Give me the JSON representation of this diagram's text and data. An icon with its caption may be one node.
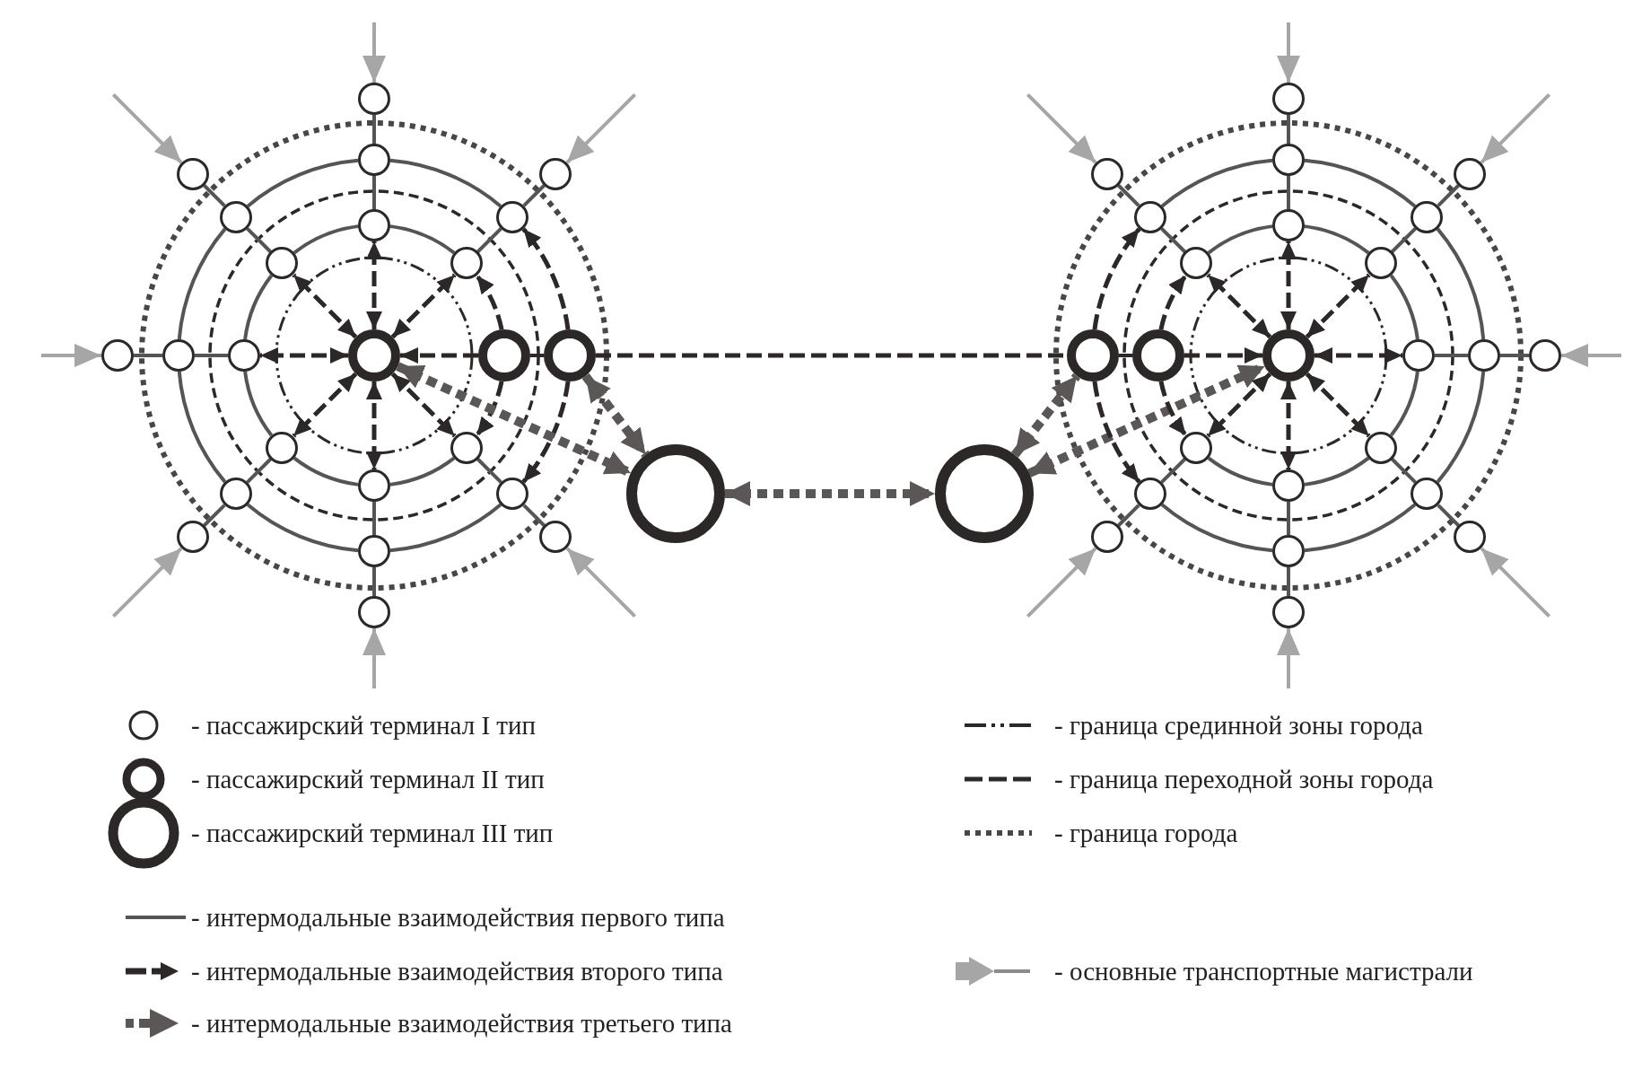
{
  "diagram": {
    "nodes": [
      {
        "text": [],
        "shape": "circle"
      },
      {
        "text": [],
        "shape": "circle"
      },
      {
        "text": [],
        "shape": "circle"
      },
      {
        "text": [],
        "shape": "circle"
      },
      {
        "text": [],
        "shape": "circle"
      },
      {
        "text": [],
        "shape": "circle"
      },
      {
        "text": [],
        "shape": "circle"
      },
      {
        "text": [],
        "shape": "circle"
      },
      {
        "text": [],
        "shape": "circle"
      },
      {
        "text": [],
        "shape": "circle"
      },
      {
        "text": [],
        "shape": "circle"
      },
      {
        "text": [],
        "shape": "circle"
      },
      {
        "text": [],
        "shape": "circle"
      },
      {
        "text": [],
        "shape": "circle"
      },
      {
        "text": [],
        "shape": "circle"
      },
      {
        "text": [],
        "shape": "circle"
      },
      {
        "text": [],
        "shape": "circle"
      },
      {
        "text": [],
        "shape": "circle"
      },
      {
        "text": [],
        "shape": "circle"
      },
      {
        "text": [],
        "shape": "circle"
      },
      {
        "text": [],
        "shape": "circle"
      },
      {
        "text": [],
        "shape": "circle"
      },
      {
        "text": [],
        "shape": "circle"
      },
      {
        "text": [],
        "shape": "circle"
      },
      {
        "text": [],
        "shape": "circle"
      },
      {
        "text": [],
        "shape": "circle"
      },
      {
        "text": [],
        "shape": "circle"
      },
      {
        "text": [],
        "shape": "circle"
      },
      {
        "text": [],
        "shape": "circle"
      },
      {
        "text": [],
        "shape": "circle"
      },
      {
        "text": [],
        "shape": "circle"
      },
      {
        "text": [],
        "shape": "circle"
      },
      {
        "text": [],
        "shape": "circle"
      },
      {
        "text": [],
        "shape": "circle"
      },
      {
        "text": [],
        "shape": "circle"
      },
      {
        "text": [],
        "shape": "circle"
      },
      {
        "text": [],
        "shape": "circle"
      },
      {
        "text": [],
        "shape": "circle"
      },
      {
        "text": [],
        "shape": "circle"
      },
      {
        "text": [],
        "shape": "circle"
      },
      {
        "text": [],
        "shape": "circle"
      },
      {
        "text": [],
        "shape": "circle"
      },
      {
        "text": [],
        "shape": "circle"
      },
      {
        "text": [],
        "shape": "circle"
      },
      {
        "text": [],
        "shape": "circle"
      },
      {
        "text": [],
        "shape": "circle"
      },
      {
        "text": [],
        "shape": "circle"
      },
      {
        "text": [],
        "shape": "circle"
      },
      {
        "text": [],
        "shape": "circle"
      },
      {
        "text": [],
        "shape": "circle"
      }
    ],
    "edges": [
      {
        "from": 0,
        "to": 1,
        "arrow": "both",
        "style": "dashed",
        "color": "#2b2827"
      },
      {
        "from": 0,
        "to": 4,
        "arrow": "both",
        "style": "dashed",
        "color": "#2b2827"
      },
      {
        "from": 0,
        "to": 9,
        "arrow": "both",
        "style": "dashed",
        "color": "#2b2827"
      },
      {
        "from": 0,
        "to": 12,
        "arrow": "both",
        "style": "dashed",
        "color": "#2b2827"
      },
      {
        "from": 0,
        "to": 15,
        "arrow": "both",
        "style": "dashed",
        "color": "#2b2827"
      },
      {
        "from": 0,
        "to": 18,
        "arrow": "both",
        "style": "dashed",
        "color": "#2b2827"
      },
      {
        "from": 0,
        "to": 21,
        "arrow": "both",
        "style": "dashed",
        "color": "#2b2827"
      },
      {
        "from": 7,
        "to": 0,
        "arrow": "to",
        "style": "dashed",
        "color": "#2b2827"
      },
      {
        "from": 1,
        "to": 2,
        "arrow": "none"
      },
      {
        "from": 4,
        "to": 5,
        "arrow": "none"
      },
      {
        "from": 9,
        "to": 10,
        "arrow": "none"
      },
      {
        "from": 12,
        "to": 13,
        "arrow": "none"
      },
      {
        "from": 15,
        "to": 16,
        "arrow": "none"
      },
      {
        "from": 18,
        "to": 19,
        "arrow": "none"
      },
      {
        "from": 21,
        "to": 22,
        "arrow": "none"
      },
      {
        "from": 7,
        "to": 8,
        "arrow": "none",
        "color": "#2b2827"
      },
      {
        "from": 2,
        "to": 3,
        "arrow": "none"
      },
      {
        "from": 5,
        "to": 6,
        "arrow": "none"
      },
      {
        "from": 10,
        "to": 11,
        "arrow": "none"
      },
      {
        "from": 13,
        "to": 14,
        "arrow": "none"
      },
      {
        "from": 16,
        "to": 17,
        "arrow": "none"
      },
      {
        "from": 19,
        "to": 20,
        "arrow": "none"
      },
      {
        "from": 22,
        "to": 23,
        "arrow": "none"
      },
      {
        "from": null,
        "to": 3,
        "arrow": "to",
        "color": "#a6a6a6"
      },
      {
        "from": null,
        "to": 6,
        "arrow": "to",
        "color": "#a6a6a6"
      },
      {
        "from": null,
        "to": 11,
        "arrow": "to",
        "color": "#a6a6a6"
      },
      {
        "from": null,
        "to": 14,
        "arrow": "to",
        "color": "#a6a6a6"
      },
      {
        "from": null,
        "to": 17,
        "arrow": "to",
        "color": "#a6a6a6"
      },
      {
        "from": null,
        "to": 20,
        "arrow": "to",
        "color": "#a6a6a6"
      },
      {
        "from": null,
        "to": 23,
        "arrow": "to",
        "color": "#a6a6a6"
      },
      {
        "from": 1,
        "to": 4,
        "arrow": "none"
      },
      {
        "from": 9,
        "to": 12,
        "arrow": "none"
      },
      {
        "from": 12,
        "to": 15,
        "arrow": "none"
      },
      {
        "from": 15,
        "to": 18,
        "arrow": "none"
      },
      {
        "from": 18,
        "to": 21,
        "arrow": "none"
      },
      {
        "from": 21,
        "to": 1,
        "arrow": "none"
      },
      {
        "from": 7,
        "to": 4,
        "arrow": "to",
        "style": "dashed",
        "color": "#2b2827"
      },
      {
        "from": 7,
        "to": 9,
        "arrow": "to",
        "style": "dashed",
        "color": "#2b2827"
      },
      {
        "from": 2,
        "to": 5,
        "arrow": "none"
      },
      {
        "from": 10,
        "to": 13,
        "arrow": "none"
      },
      {
        "from": 13,
        "to": 16,
        "arrow": "none"
      },
      {
        "from": 16,
        "to": 19,
        "arrow": "none"
      },
      {
        "from": 19,
        "to": 22,
        "arrow": "none"
      },
      {
        "from": 22,
        "to": 2,
        "arrow": "none"
      },
      {
        "from": 8,
        "to": 5,
        "arrow": "to",
        "style": "dashed",
        "color": "#2b2827"
      },
      {
        "from": 8,
        "to": 10,
        "arrow": "to",
        "style": "dashed",
        "color": "#2b2827"
      },
      {
        "from": 0,
        "to": 24,
        "arrow": "both",
        "style": "dashed",
        "color": "#5c5757"
      },
      {
        "from": 8,
        "to": 24,
        "arrow": "both",
        "style": "dashed",
        "color": "#5c5757"
      },
      {
        "from": 24,
        "to": 25,
        "arrow": "both",
        "style": "dashed",
        "color": "#5c5757"
      },
      {
        "from": 8,
        "to": 46,
        "arrow": "none",
        "style": "dashed",
        "color": "#2b2827"
      },
      {
        "from": 25,
        "to": 26,
        "arrow": "both",
        "style": "dashed",
        "color": "#5c5757"
      },
      {
        "from": 25,
        "to": 46,
        "arrow": "both",
        "style": "dashed",
        "color": "#5c5757"
      },
      {
        "from": 26,
        "to": 27,
        "arrow": "both",
        "style": "dashed",
        "color": "#2b2827"
      },
      {
        "from": 26,
        "to": 30,
        "arrow": "both",
        "style": "dashed",
        "color": "#2b2827"
      },
      {
        "from": 26,
        "to": 33,
        "arrow": "both",
        "style": "dashed",
        "color": "#2b2827"
      },
      {
        "from": 26,
        "to": 36,
        "arrow": "both",
        "style": "dashed",
        "color": "#2b2827"
      },
      {
        "from": 26,
        "to": 39,
        "arrow": "both",
        "style": "dashed",
        "color": "#2b2827"
      },
      {
        "from": 26,
        "to": 42,
        "arrow": "both",
        "style": "dashed",
        "color": "#2b2827"
      },
      {
        "from": 26,
        "to": 47,
        "arrow": "both",
        "style": "dashed",
        "color": "#2b2827"
      },
      {
        "from": 45,
        "to": 26,
        "arrow": "to",
        "style": "dashed",
        "color": "#2b2827"
      },
      {
        "from": 27,
        "to": 28,
        "arrow": "none"
      },
      {
        "from": 30,
        "to": 31,
        "arrow": "none"
      },
      {
        "from": 33,
        "to": 34,
        "arrow": "none"
      },
      {
        "from": 36,
        "to": 37,
        "arrow": "none"
      },
      {
        "from": 39,
        "to": 40,
        "arrow": "none"
      },
      {
        "from": 42,
        "to": 43,
        "arrow": "none"
      },
      {
        "from": 47,
        "to": 48,
        "arrow": "none"
      },
      {
        "from": 45,
        "to": 46,
        "arrow": "none",
        "color": "#2b2827"
      },
      {
        "from": 28,
        "to": 29,
        "arrow": "none"
      },
      {
        "from": 31,
        "to": 32,
        "arrow": "none"
      },
      {
        "from": 34,
        "to": 35,
        "arrow": "none"
      },
      {
        "from": 37,
        "to": 38,
        "arrow": "none"
      },
      {
        "from": 40,
        "to": 41,
        "arrow": "none"
      },
      {
        "from": 43,
        "to": 44,
        "arrow": "none"
      },
      {
        "from": 48,
        "to": 49,
        "arrow": "none"
      },
      {
        "from": null,
        "to": 29,
        "arrow": "to",
        "color": "#a6a6a6"
      },
      {
        "from": null,
        "to": 32,
        "arrow": "to",
        "color": "#a6a6a6"
      },
      {
        "from": null,
        "to": 35,
        "arrow": "to",
        "color": "#a6a6a6"
      },
      {
        "from": null,
        "to": 38,
        "arrow": "to",
        "color": "#a6a6a6"
      },
      {
        "from": null,
        "to": 41,
        "arrow": "to",
        "color": "#a6a6a6"
      },
      {
        "from": null,
        "to": 44,
        "arrow": "to",
        "color": "#a6a6a6"
      },
      {
        "from": null,
        "to": 49,
        "arrow": "to",
        "color": "#a6a6a6"
      },
      {
        "from": 27,
        "to": 30,
        "arrow": "none"
      },
      {
        "from": 30,
        "to": 33,
        "arrow": "none"
      },
      {
        "from": 33,
        "to": 36,
        "arrow": "none"
      },
      {
        "from": 36,
        "to": 39,
        "arrow": "none"
      },
      {
        "from": 39,
        "to": 42,
        "arrow": "none"
      },
      {
        "from": 47,
        "to": 27,
        "arrow": "none"
      },
      {
        "from": 45,
        "to": 47,
        "arrow": "to",
        "style": "dashed",
        "color": "#2b2827"
      },
      {
        "from": 45,
        "to": 42,
        "arrow": "to",
        "style": "dashed",
        "color": "#2b2827"
      },
      {
        "from": 28,
        "to": 31,
        "arrow": "none"
      },
      {
        "from": 31,
        "to": 34,
        "arrow": "none"
      },
      {
        "from": 34,
        "to": 37,
        "arrow": "none"
      },
      {
        "from": 37,
        "to": 40,
        "arrow": "none"
      },
      {
        "from": 40,
        "to": 43,
        "arrow": "none"
      },
      {
        "from": 48,
        "to": 28,
        "arrow": "none"
      },
      {
        "from": 46,
        "to": 48,
        "arrow": "to",
        "style": "dashed",
        "color": "#2b2827"
      },
      {
        "from": 46,
        "to": 43,
        "arrow": "to",
        "style": "dashed",
        "color": "#2b2827"
      }
    ],
    "legend": [
      {
        "text": "- пассажирский терминал I тип"
      },
      {
        "text": "- граница срединной зоны города"
      },
      {
        "text": "- пассажирский терминал II тип"
      },
      {
        "text": "- граница переходной зоны города"
      },
      {
        "text": "- пассажирский терминал III тип"
      },
      {
        "text": "- граница города"
      },
      {
        "text": "- интермодальные взаимодействия первого типа"
      },
      {
        "text": "- интермодальные взаимодействия второго типа"
      },
      {
        "text": "- основные транспортные магистрали"
      },
      {
        "text": "- интермодальные взаимодействия третьего типа"
      }
    ]
  }
}
